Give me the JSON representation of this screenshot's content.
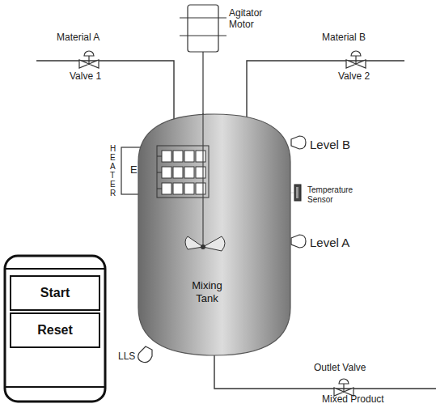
{
  "diagram": {
    "nodes": [
      {
        "text": [
          "Mixing Tank"
        ]
      },
      {
        "text": [
          "Start"
        ]
      },
      {
        "text": [
          "Reset"
        ]
      }
    ],
    "labels": [
      "Agitator Motor",
      "Material A",
      "Valve 1",
      "Material B",
      "Valve 2",
      "HEATER",
      "E",
      "Level B",
      "Temperature Sensor",
      "Level A",
      "LLS",
      "Outlet Valve",
      "Mixed Product"
    ]
  }
}
